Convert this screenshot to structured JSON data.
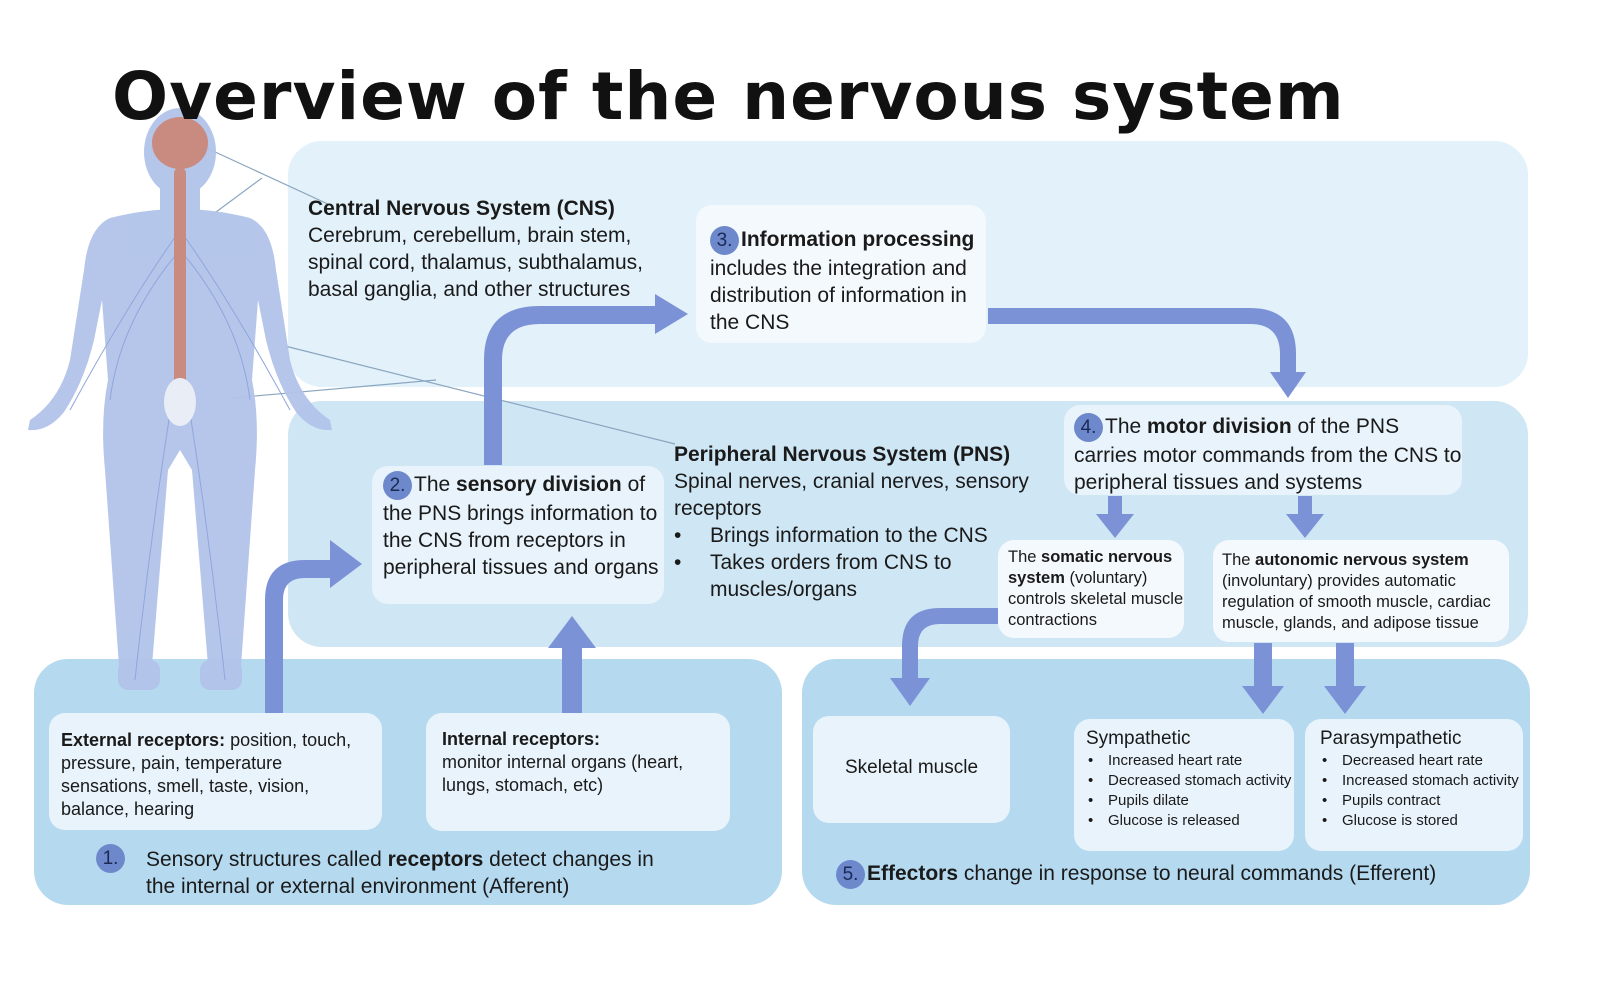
{
  "title": "Overview of the nervous system",
  "colors": {
    "arrow": "#7b93d6",
    "circle": "#6e88cc",
    "cns_panel": "#e3f1fa",
    "pns_panel": "#cfe6f4",
    "bottom_panel": "#b5daf0"
  },
  "cns": {
    "heading": "Central Nervous System (CNS)",
    "lines": [
      "Cerebrum, cerebellum, brain stem,",
      "spinal cord, thalamus, subthalamus,",
      "basal ganglia, and other structures"
    ]
  },
  "step3": {
    "num": "3.",
    "bold": "Information processing",
    "rest": " includes the integration and distribution of information in the CNS"
  },
  "pns": {
    "heading": "Peripheral Nervous System (PNS)",
    "desc": "Spinal nerves, cranial nerves, sensory receptors",
    "bullets": [
      "Brings information to the CNS",
      "Takes orders from CNS to muscles/organs"
    ]
  },
  "step2": {
    "num": "2.",
    "pre": "The ",
    "bold": "sensory division",
    "rest": " of the PNS brings information to the CNS from receptors in peripheral tissues and organs"
  },
  "step4": {
    "num": "4.",
    "pre": "The ",
    "bold": "motor division",
    "rest": " of the PNS carries motor commands from the CNS to peripheral tissues and systems"
  },
  "somatic": {
    "pre": "The ",
    "bold": "somatic nervous system",
    "rest": " (voluntary) controls skeletal muscle contractions"
  },
  "autonomic": {
    "pre": "The ",
    "bold": "autonomic nervous system",
    "rest": " (involuntary) provides automatic regulation of smooth muscle, cardiac muscle, glands, and adipose tissue"
  },
  "external_receptors": {
    "bold": "External receptors:",
    "rest": " position, touch, pressure, pain, temperature sensations, smell, taste, vision, balance, hearing"
  },
  "internal_receptors": {
    "bold": "Internal receptors:",
    "rest": "monitor internal organs (heart, lungs, stomach, etc)"
  },
  "step1": {
    "num": "1.",
    "pre": "Sensory structures called ",
    "bold": "receptors",
    "rest": " detect changes in the internal or external environment (Afferent)"
  },
  "skeletal_muscle": "Skeletal muscle",
  "sympathetic": {
    "title": "Sympathetic",
    "items": [
      "Increased heart rate",
      "Decreased stomach activity",
      "Pupils dilate",
      "Glucose is released"
    ]
  },
  "parasympathetic": {
    "title": "Parasympathetic",
    "items": [
      "Decreased heart rate",
      "Increased stomach activity",
      "Pupils contract",
      "Glucose is stored"
    ]
  },
  "step5": {
    "num": "5.",
    "bold": "Effectors",
    "rest": " change in response to neural commands (Efferent)"
  }
}
